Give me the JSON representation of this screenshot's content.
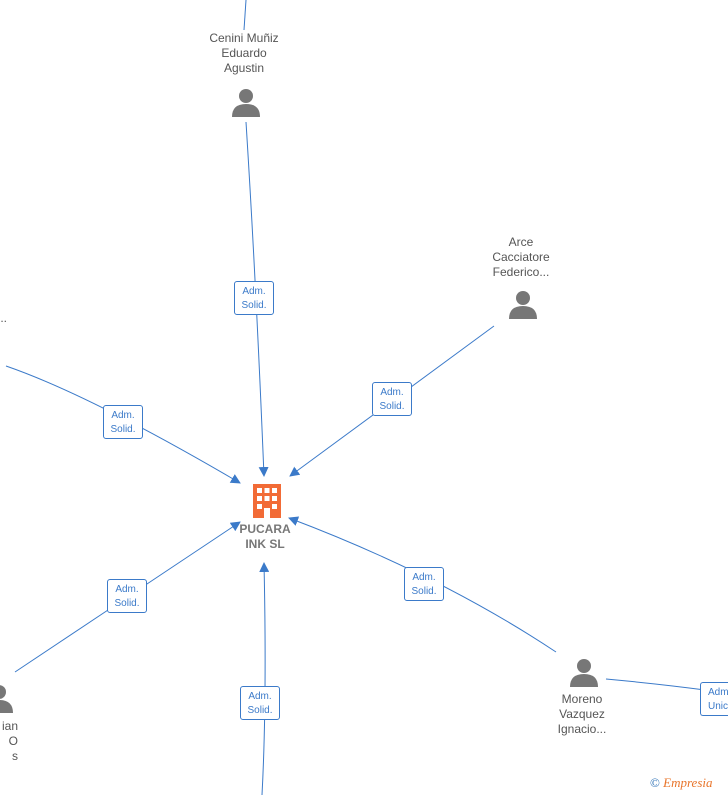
{
  "diagram": {
    "company": {
      "name": "PUCARA\nINK  SL",
      "color": "#f26b36"
    },
    "edge_color": "#3b7ac9",
    "persons": [
      {
        "id": "cenini",
        "name": "Cenini Muñiz\nEduardo\nAgustin"
      },
      {
        "id": "arce",
        "name": "Arce\nCacciatore\nFederico..."
      },
      {
        "id": "moreno",
        "name": "Moreno\nVazquez\nIgnacio..."
      },
      {
        "id": "left-top",
        "name": "..."
      },
      {
        "id": "left-bottom",
        "name": "ian\nO\ns"
      }
    ],
    "edge_labels": [
      {
        "id": "cenini",
        "text": "Adm.\nSolid."
      },
      {
        "id": "arce",
        "text": "Adm.\nSolid."
      },
      {
        "id": "left-top",
        "text": "Adm.\nSolid."
      },
      {
        "id": "left-bottom",
        "text": "Adm.\nSolid."
      },
      {
        "id": "bottom",
        "text": "Adm.\nSolid."
      },
      {
        "id": "moreno",
        "text": "Adm.\nSolid."
      },
      {
        "id": "right",
        "text": "Adm.\nUnico"
      }
    ]
  },
  "watermark": {
    "symbol": "©",
    "brand": "Empresia"
  }
}
